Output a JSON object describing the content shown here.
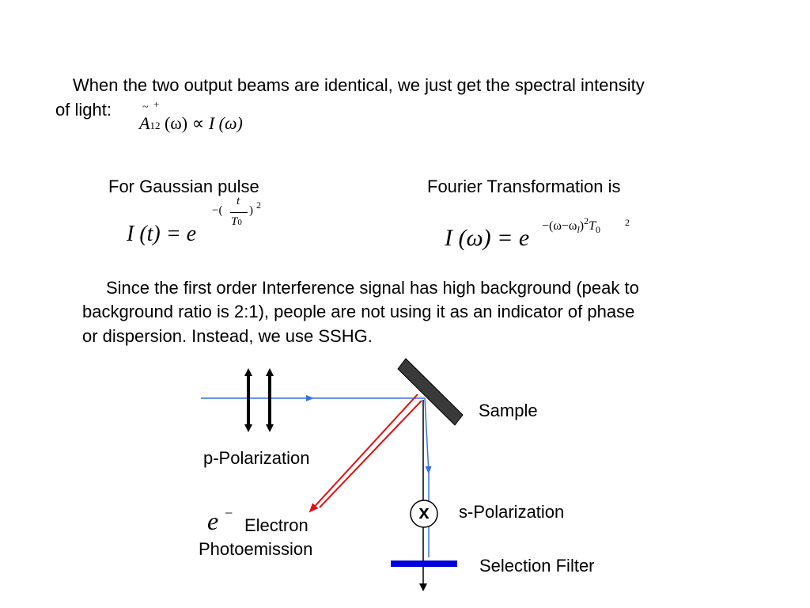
{
  "intro": {
    "line1": "When the two output beams are identical, we just get the spectral intensity",
    "line2": "of light:"
  },
  "eq_intro": {
    "lhs": "A",
    "sub": "12",
    "tilde": "~",
    "plus": "+",
    "arg": "(ω)",
    "rel": "∝",
    "rhs": "I (ω)"
  },
  "gaussian": {
    "heading": "For Gaussian pulse",
    "lhs": "I (t) = e",
    "exp_pre": "−(",
    "exp_num": "t",
    "exp_den": "T",
    "exp_den_sub": "0",
    "exp_post": ")",
    "exp_pow": "2"
  },
  "fourier": {
    "heading": "Fourier Transformation is",
    "lhs": "I (ω) = e",
    "exp_a": "−(ω−ω",
    "exp_l": "l",
    "exp_b": ")",
    "exp_sq": "2",
    "exp_T": "T",
    "exp_T_sub": "0",
    "exp_T_pow": "2"
  },
  "paragraph": {
    "line1": "Since the first order Interference signal has high background (peak to",
    "line2": "background ratio is 2:1), people are not using it as an indicator of phase",
    "line3": "or dispersion. Instead, we use SSHG."
  },
  "diagram": {
    "sample_label": "Sample",
    "p_pol_label": "p-Polarization",
    "s_pol_label": "s-Polarization",
    "filter_label": "Selection Filter",
    "electron_symbol": "e",
    "electron_sup": "−",
    "electron_label_1": "Electron",
    "electron_label_2": "Photoemission",
    "analyzer_symbol": "x",
    "colors": {
      "beam_blue": "#3a6fe0",
      "beam_red": "#e01010",
      "mirror": "#3a3a3a",
      "filter": "#0000dd"
    }
  }
}
